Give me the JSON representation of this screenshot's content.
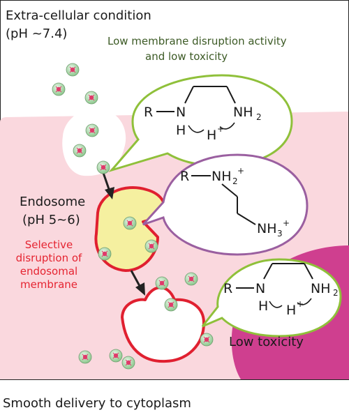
{
  "header": {
    "line1": "Extra-cellular condition",
    "line2": "(pH ~7.4)"
  },
  "callout_top": {
    "line1": "Low membrane disruption activity",
    "line2": "and low toxicity"
  },
  "endosome": {
    "line1": "Endosome",
    "line2": "(pH 5~6)"
  },
  "disruption": {
    "line1": "Selective",
    "line2": "disruption of",
    "line3": "endosomal",
    "line4": "membrane"
  },
  "low_toxicity": "Low toxicity",
  "caption": "Smooth delivery to cytoplasm",
  "structures": {
    "ring_top": {
      "R": "R",
      "N": "N",
      "H": "H",
      "NH": "NH",
      "sub2": "2",
      "Hp": "H",
      "plus": "+"
    },
    "chain": {
      "R": "R",
      "NH": "NH",
      "sub2": "2",
      "plus1": "+",
      "NH3": "NH",
      "sub3": "3",
      "plus2": "+"
    },
    "ring_bottom": {
      "R": "R",
      "N": "N",
      "H": "H",
      "NH": "NH",
      "sub2": "2",
      "Hp": "H",
      "plus": "+"
    }
  },
  "colors": {
    "cytoplasm": "#fad8de",
    "nucleus": "#cf3f8f",
    "green_outline": "#8fc03a",
    "purple_outline": "#9a5fa0",
    "endosome_fill": "#f5f0a0",
    "endosome_outline": "#e02030",
    "red_text": "#e52431",
    "green_text": "#3c5a25",
    "particle_outer": "#a8d6a8",
    "particle_core": "#e03a6a"
  }
}
